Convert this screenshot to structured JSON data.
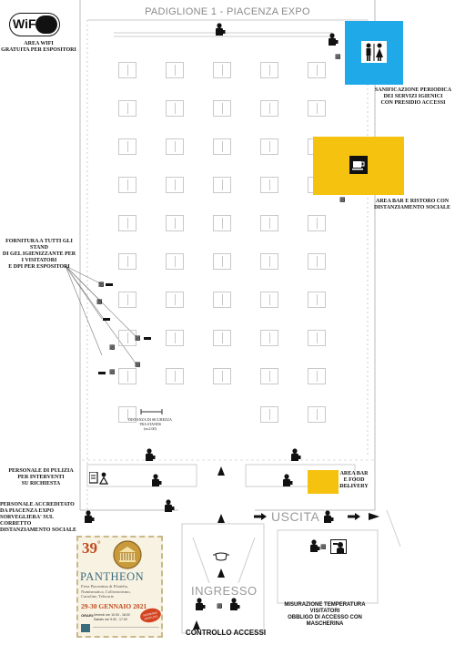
{
  "hall": {
    "title": "PADIGLIONE 1 - PIACENZA EXPO"
  },
  "wifi": {
    "logo_text": "WiFi",
    "label": "AREA WIFI\nGRATUITA PER ESPOSITORI"
  },
  "areas": {
    "restrooms": "SANIFICAZIONE PERIODICA\nDEI SERVIZI IGIENICI\nCON PRESIDIO ACCESSI",
    "bar_main": "AREA BAR E RISTORO CON\nDISTANZIAMENTO SOCIALE",
    "sanitizer": "FORNITURA A TUTTI GLI STAND\nDI GEL IGIENIZZANTE PER\nI VISITATORI\nE DPI PER ESPOSITORI",
    "cleaning": "PERSONALE DI PULIZIA\nPER INTERVENTI\nSU RICHIESTA",
    "staff": "PERSONALE ACCREDITATO\nDA PIACENZA EXPO\nSORVEGLIERA' SUL CORRETTO\nDISTANZIAMENTO SOCIALE",
    "bar_food": "AREA BAR\nE FOOD\nDELIVERY",
    "temperature": "MISURAZIONE TEMPERATURA\nVISITATORI\nOBBLIGO DI ACCESSO CON\nMASCHERINA"
  },
  "distance_note": "DISTANZA DI SICUREZZA\nTRA STANDS\n(m.2.00)",
  "exit_label": "USCITA",
  "entrance_label": "INGRESSO",
  "access_control_label": "CONTROLLO ACCESSI",
  "poster": {
    "edition": "39",
    "edition_suffix": "°",
    "title": "PANTHEON",
    "subtitle": "Fiera Piacentina di Filatelia,\nNumismatica, Collezionismo,\nCartoline, Telecarte",
    "dates": "29-30 GENNAIO 2021",
    "hours_title": "ORARI:",
    "hours": "Venerdì ore 10.00 - 18.00\nSabato ore 9.00 - 17.00",
    "badge": "INGRESSO GRATUITO"
  },
  "colors": {
    "restroom_box": "#1fa9e8",
    "bar_box": "#f5c210",
    "grid_line": "#c9c9c9"
  }
}
